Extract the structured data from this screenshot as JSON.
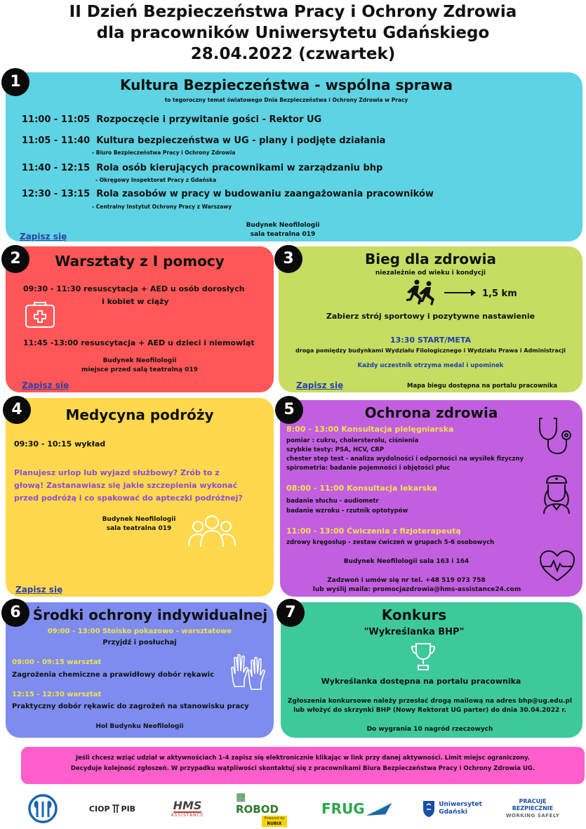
{
  "header": {
    "line1": "II Dzień Bezpieczeństwa Pracy i Ochrony Zdrowia",
    "line2": "dla pracowników  Uniwersytetu Gdańskiego",
    "line3": "28.04.2022 (czwartek)"
  },
  "s1": {
    "num": "1",
    "title": "Kultura Bezpieczeństwa - wspólna sprawa",
    "subtitle": "to tegoroczny temat światowego Dnia Bezpieczeństwa i Ochrony Zdrowia w Pracy",
    "items": [
      {
        "time": "11:00 - 11:05",
        "text": "Rozpoczęcie i przywitanie gości - Rektor UG",
        "by": ""
      },
      {
        "time": "11:05 - 11:40",
        "text": "Kultura bezpieczeństwa w UG - plany i podjęte działania",
        "by": "- Biuro Bezpieczeństwa Pracy i Ochrony Zdrowia"
      },
      {
        "time": "11:40 - 12:15",
        "text": "Rola osób kierujących pracownikami w zarządzaniu bhp",
        "by": "- Okręgowy Inspektorat Pracy z Gdańska"
      },
      {
        "time": "12:30 - 13:15",
        "text": "Rola zasobów w pracy w budowaniu zaangażowania pracowników",
        "by": "- Centralny Instytut Ochrony Pracy z Warszawy"
      }
    ],
    "place1": "Budynek Neofilologii",
    "place2": "sala teatralna 019",
    "signup": "Zapisz się"
  },
  "s2": {
    "num": "2",
    "title": "Warsztaty z I pomocy",
    "item1a": "09:30 - 11:30 resuscytacja + AED u osób dorosłych",
    "item1b": "i kobiet w ciąży",
    "item2": "11:45 -13:00 resuscytacja + AED u dzieci i niemowląt",
    "place1": "Budynek Neofilologii",
    "place2": "miejsce przed salą teatralną 019",
    "signup": "Zapisz się"
  },
  "s3": {
    "num": "3",
    "title": "Bieg dla zdrowia",
    "subtitle": "niezależnie od wieku i kondycji",
    "distance": "1,5 km",
    "line1": "Zabierz strój sportowy i pozytywne nastawienie",
    "start": "13:30 START/META",
    "route": "droga pomiędzy budynkami Wydziału Filologicznego i Wydziału Prawa i Administracji",
    "medal": "Każdy uczestnik otrzyma medal i upominek",
    "signup": "Zapisz się",
    "map": "Mapa biegu dostępna na portalu pracownika"
  },
  "s4": {
    "num": "4",
    "title": "Medycyna podróży",
    "time": "09:30 - 10:15 wykład",
    "q1": "Planujesz urlop lub wyjazd służbowy? Zrób to z",
    "q2": "głową! Zastanawiasz się jakie szczepienia wykonać",
    "q3": "przed podróżą i co spakować do apteczki podróżnej?",
    "place1": "Budynek Neofilologii",
    "place2": "sala teatralna 019",
    "signup": "Zapisz się"
  },
  "s5": {
    "num": "5",
    "title": "Ochrona zdrowia",
    "h1": "8:00 - 13:00 Konsultacja pielęgniarska",
    "l1": "pomiar : cukru, cholersterolu, ciśnienia",
    "l2": "szybkie testy: PSA, HCV, CRP",
    "l3": "chester step test - analiza wydolności i odporności na wysiłek fizyczny",
    "l4": "spirometria: badanie pojemności i objętości płuc",
    "h2": "08:00 - 11:00 Konsultacja lekarska",
    "l5": "badanie słuchu - audiometr",
    "l6": "badanie wzroku - rzutnik optotypów",
    "h3": "11:00 - 13:00 Ćwiczenia z fizjoterapeutą",
    "l7": "zdrowy kręgosłup - zestaw ćwiczeń w grupach 5-6 osobowych",
    "place": "Budynek Neofilologii sala 163 i 164",
    "contact1": "Zadzwoń i umów się nr tel. +48 519 073 758",
    "contact2": "lub wyślij maila: promocjazdrowia@hms-assistance24.com"
  },
  "s6": {
    "num": "6",
    "title": "Środki ochrony indywidualnej",
    "h1": "09:00 - 13:00 Stoisko pokazowo - warsztatowe",
    "l1": "Przyjdź i posłuchaj",
    "h2": "09:00 - 09:15 warsztat",
    "l2": "Zagrożenia chemiczne a prawidłowy dobór rękawic",
    "h3": "12:15 - 12:30 warsztat",
    "l3": "Praktyczny dobór rękawic do zagrożeń na stanowisku pracy",
    "place": "Hol Budynku Neofilologii"
  },
  "s7": {
    "num": "7",
    "title": "Konkurs",
    "subtitle": "\"Wykreślanka BHP\"",
    "l1": "Wykreślanka dostępna na portalu pracownika",
    "l2": "Zgłoszenia konkursowe należy przesłać drogą mailową na adres bhp@ug.edu.pl",
    "l3": "lub włożyć do skrzynki BHP (Nowy Rektorat UG parter) do dnia 30.04.2022 r.",
    "l4": "Do wygrania 10 nagród rzeczowych"
  },
  "footer": {
    "line1": "Jeśli chcesz wziąć udział w aktywnościach 1-4 zapisz się elektronicznie klikając w link przy danej aktywności. Limit miejsc ograniczony.",
    "line2": "Decyduje kolejność zgłoszeń. W przypadku wątpliwości skontaktuj się z pracownikami Biura Bezpieczeństwa Pracy i Ochrony Zdrowia UG."
  },
  "logos": {
    "ciop": "CIOP",
    "pib": "PIB",
    "hms": "HMS",
    "hms_sub": "ASSISTANCE",
    "robod": "ROBOD",
    "robod_sub1": "Powered by",
    "robod_sub2": "RUBIX",
    "frug": "FRUG",
    "ug1": "Uniwersytet",
    "ug2": "Gdański",
    "pb1": "PRACUJĘ",
    "pb2": "BEZPIECZNIE",
    "pb3": "WORKING SAFELY"
  },
  "colors": {
    "cyan": "#5ed3e3",
    "red": "#ff5757",
    "lime": "#c6dd62",
    "yellow": "#ffd84d",
    "purple": "#c15fe0",
    "blue": "#7e8cf0",
    "green": "#3ec99a",
    "pink": "#ff5ecb",
    "accent_yellow": "#f2e14a",
    "link": "#2e3fa8"
  }
}
